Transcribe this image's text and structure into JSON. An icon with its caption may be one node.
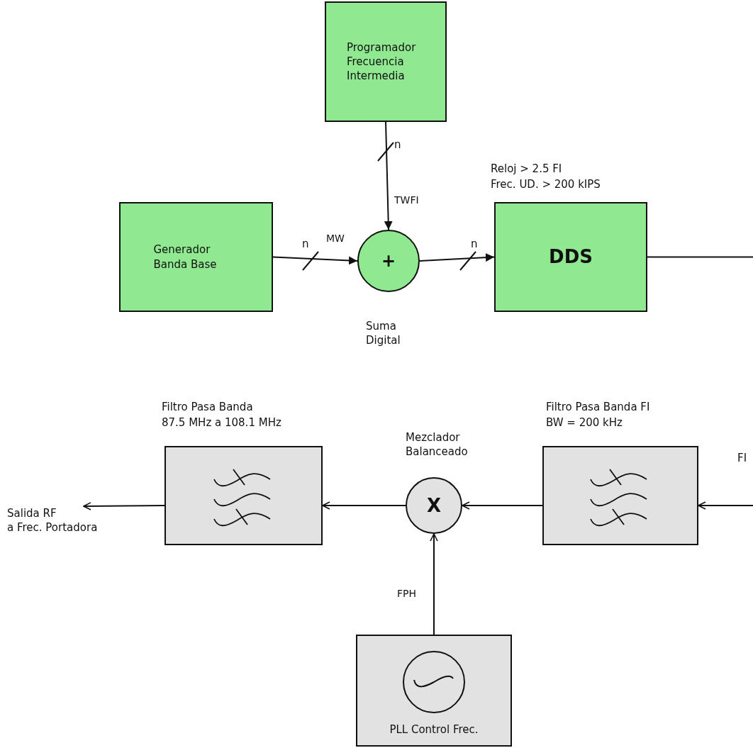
{
  "diagram": {
    "nodes": [
      {
        "text": [
          "Programador Frecuencia Intermedia"
        ]
      },
      {
        "text": [
          "Generador Banda Base"
        ]
      },
      {
        "text": [
          "+"
        ],
        "beside": [
          "Suma Digital"
        ]
      },
      {
        "text": [
          "DDS"
        ],
        "beside": [
          "Reloj > 2.5 FI",
          "Frec. UD. > 200 kIPS"
        ]
      },
      {
        "text": [],
        "shape": "box",
        "beside": [
          "Filtro Pasa Banda FI",
          "BW = 200 kHz"
        ]
      },
      {
        "text": [
          "X"
        ],
        "beside": [
          "Mezclador Balanceado"
        ]
      },
      {
        "text": [],
        "shape": "box",
        "beside": [
          "Filtro Pasa Banda",
          "87.5 MHz a 108.1 MHz"
        ]
      },
      {
        "text": [
          "Salida RF",
          "a Frec. Portadora"
        ]
      },
      {
        "text": [
          "PLL Control Frec."
        ]
      }
    ],
    "edges": [
      {
        "from": 0,
        "to": 2,
        "arrow": "to",
        "label": "TWFI"
      },
      {
        "from": 1,
        "to": 2,
        "arrow": "to",
        "label": "MW"
      },
      {
        "from": 2,
        "to": 3,
        "arrow": "to"
      },
      {
        "from": 3,
        "to": null,
        "arrow": "none"
      },
      {
        "from": null,
        "to": 4,
        "arrow": "to"
      },
      {
        "from": 4,
        "to": 5,
        "arrow": "to"
      },
      {
        "from": 5,
        "to": 6,
        "arrow": "to"
      },
      {
        "from": 6,
        "to": 7,
        "arrow": "to"
      },
      {
        "from": 8,
        "to": 5,
        "arrow": "to",
        "label": "FPH"
      }
    ],
    "labels": [
      "n",
      "n",
      "n",
      "FI"
    ]
  }
}
